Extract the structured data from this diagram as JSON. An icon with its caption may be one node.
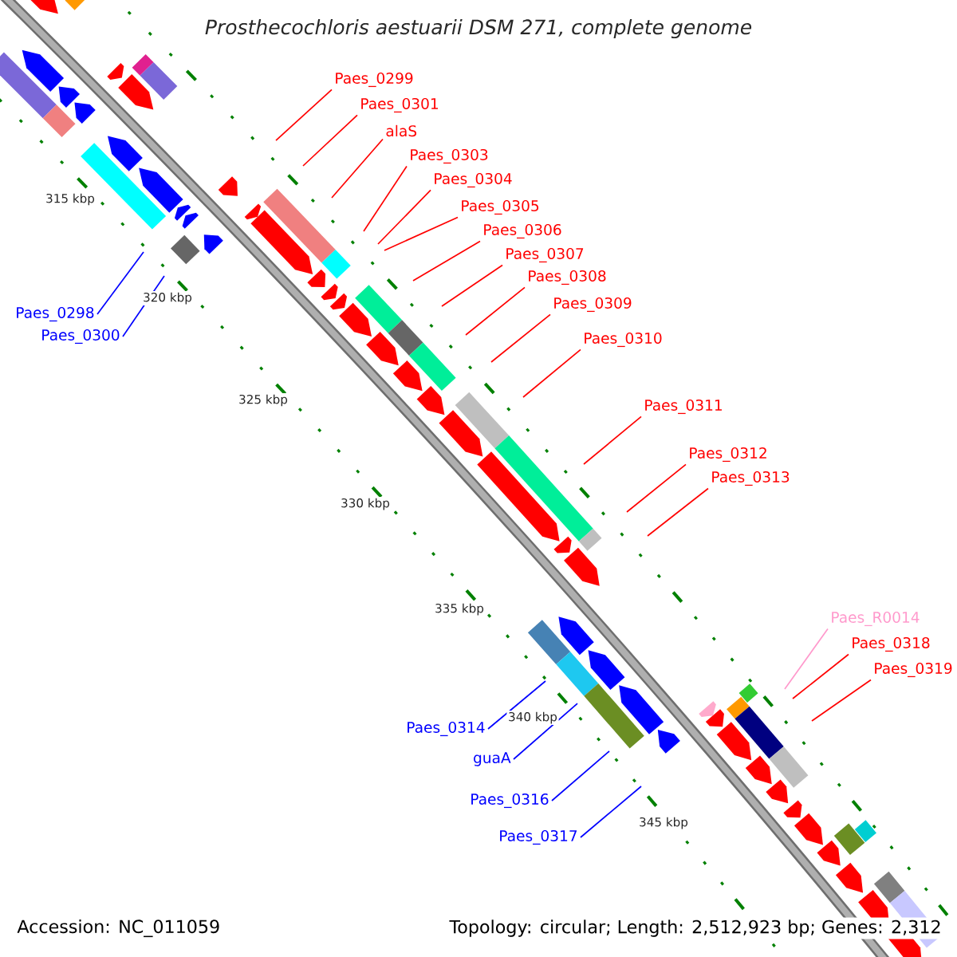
{
  "diagram": {
    "title": "Prosthecochloris aestuarii DSM 271, complete genome",
    "nodes": [
      {
        "text": [
          "Paes_0299"
        ]
      },
      {
        "text": [
          "Paes_0301"
        ]
      },
      {
        "text": [
          "alaS"
        ]
      },
      {
        "text": [
          "Paes_0303"
        ]
      },
      {
        "text": [
          "Paes_0304"
        ]
      },
      {
        "text": [
          "Paes_0305"
        ]
      },
      {
        "text": [
          "Paes_0306"
        ]
      },
      {
        "text": [
          "Paes_0307"
        ]
      },
      {
        "text": [
          "Paes_0308"
        ]
      },
      {
        "text": [
          "Paes_0309"
        ]
      },
      {
        "text": [
          "Paes_0298"
        ]
      },
      {
        "text": [
          "Paes_0300"
        ]
      },
      {
        "text": [
          "Paes_0310"
        ]
      },
      {
        "text": [
          "Paes_0311"
        ]
      },
      {
        "text": [
          "Paes_0312"
        ]
      },
      {
        "text": [
          "Paes_0313"
        ]
      },
      {
        "text": [
          "Paes_R0014"
        ]
      },
      {
        "text": [
          "Paes_0318"
        ]
      },
      {
        "text": [
          "Paes_0319"
        ]
      },
      {
        "text": [
          "Paes_0314"
        ]
      },
      {
        "text": [
          "guaA"
        ]
      },
      {
        "text": [
          "Paes_0316"
        ]
      },
      {
        "text": [
          "Paes_0317"
        ]
      }
    ],
    "edges": [
      {
        "from": 0,
        "to": null,
        "arrow": "none"
      },
      {
        "from": 1,
        "to": null,
        "arrow": "none"
      },
      {
        "from": 2,
        "to": null,
        "arrow": "none"
      },
      {
        "from": 3,
        "to": null,
        "arrow": "none"
      },
      {
        "from": 4,
        "to": null,
        "arrow": "none"
      },
      {
        "from": 5,
        "to": null,
        "arrow": "none"
      },
      {
        "from": 6,
        "to": null,
        "arrow": "none"
      },
      {
        "from": 7,
        "to": null,
        "arrow": "none"
      },
      {
        "from": 8,
        "to": null,
        "arrow": "none"
      },
      {
        "from": 9,
        "to": null,
        "arrow": "none"
      },
      {
        "from": 10,
        "to": null,
        "arrow": "none",
        "color": "#0000ff"
      },
      {
        "from": 11,
        "to": null,
        "arrow": "none",
        "color": "#0000ff"
      },
      {
        "from": 12,
        "to": null,
        "arrow": "none"
      },
      {
        "from": 13,
        "to": null,
        "arrow": "none"
      },
      {
        "from": 14,
        "to": null,
        "arrow": "none"
      },
      {
        "from": 15,
        "to": null,
        "arrow": "none"
      },
      {
        "from": 16,
        "to": null,
        "arrow": "none",
        "color": "#ff99cc"
      },
      {
        "from": 17,
        "to": null,
        "arrow": "none"
      },
      {
        "from": 18,
        "to": null,
        "arrow": "none"
      },
      {
        "from": 19,
        "to": null,
        "arrow": "none",
        "color": "#0000ff"
      },
      {
        "from": 20,
        "to": null,
        "arrow": "none",
        "color": "#0000ff"
      },
      {
        "from": 21,
        "to": null,
        "arrow": "none",
        "color": "#0000ff"
      },
      {
        "from": 22,
        "to": null,
        "arrow": "none",
        "color": "#0000ff"
      }
    ],
    "labels": [
      "315 kbp",
      "320 kbp",
      "325 kbp",
      "330 kbp",
      "335 kbp",
      "340 kbp",
      "345 kbp",
      "Accession: NC_011059",
      "Topology: circular; Length: 2,512,923 bp; Genes: 2,312"
    ]
  }
}
